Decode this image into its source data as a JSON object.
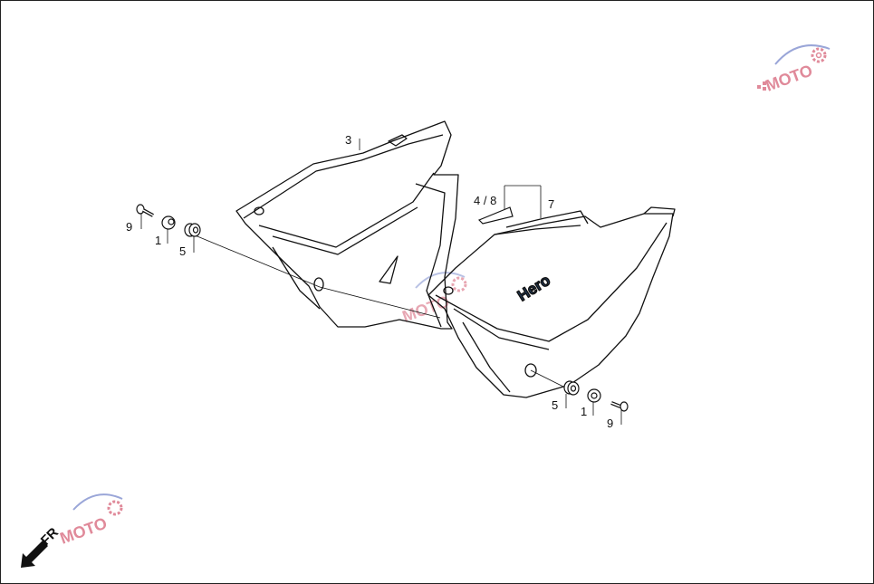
{
  "diagram": {
    "callouts": {
      "c1_left": "1",
      "c1_right": "1",
      "c3": "3",
      "c48": "4 / 8",
      "c5_left": "5",
      "c5_right": "5",
      "c7": "7",
      "c9_left": "9",
      "c9_right": "9"
    },
    "brand_on_cover": "Hero",
    "direction_marker": "FR"
  },
  "watermark": {
    "text": "MOTO",
    "colors": {
      "primary": "#e08a9a",
      "secondary": "#9aa6d8"
    }
  }
}
